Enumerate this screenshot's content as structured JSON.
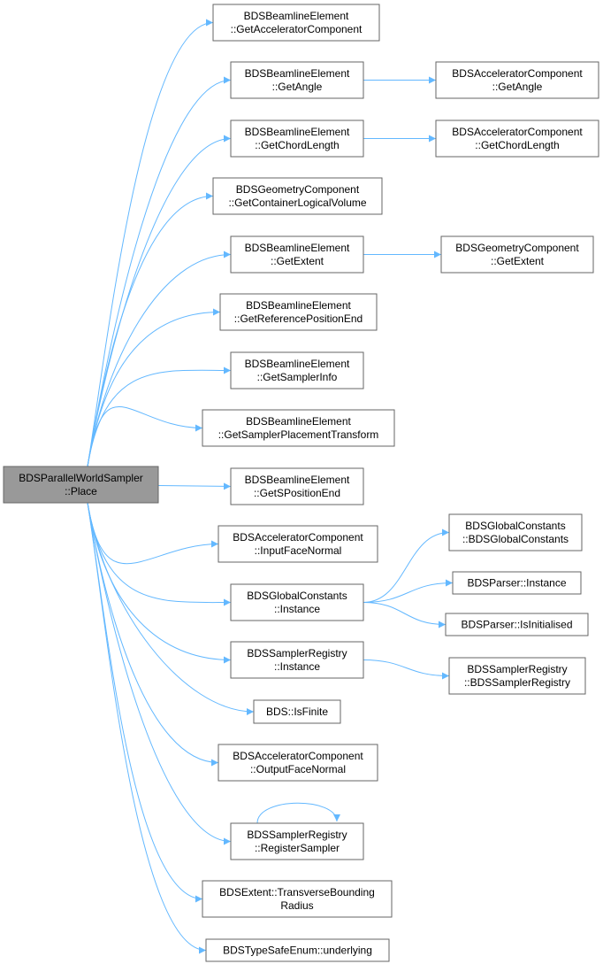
{
  "nodes": {
    "root": [
      "BDSParallelWorldSampler",
      "::Place"
    ],
    "n1": [
      "BDSBeamlineElement",
      "::GetAcceleratorComponent"
    ],
    "n2": [
      "BDSBeamlineElement",
      "::GetAngle"
    ],
    "n3": [
      "BDSBeamlineElement",
      "::GetChordLength"
    ],
    "n4": [
      "BDSGeometryComponent",
      "::GetContainerLogicalVolume"
    ],
    "n5": [
      "BDSBeamlineElement",
      "::GetExtent"
    ],
    "n6": [
      "BDSBeamlineElement",
      "::GetReferencePositionEnd"
    ],
    "n7": [
      "BDSBeamlineElement",
      "::GetSamplerInfo"
    ],
    "n8": [
      "BDSBeamlineElement",
      "::GetSamplerPlacementTransform"
    ],
    "n9": [
      "BDSBeamlineElement",
      "::GetSPositionEnd"
    ],
    "n10": [
      "BDSAcceleratorComponent",
      "::InputFaceNormal"
    ],
    "n11": [
      "BDSGlobalConstants",
      "::Instance"
    ],
    "n12": [
      "BDSSamplerRegistry",
      "::Instance"
    ],
    "n13": [
      "BDS::IsFinite"
    ],
    "n14": [
      "BDSAcceleratorComponent",
      "::OutputFaceNormal"
    ],
    "n15": [
      "BDSSamplerRegistry",
      "::RegisterSampler"
    ],
    "n16": [
      "BDSExtent::TransverseBounding",
      "Radius"
    ],
    "n17": [
      "BDSTypeSafeEnum::underlying"
    ],
    "c2": [
      "BDSAcceleratorComponent",
      "::GetAngle"
    ],
    "c3": [
      "BDSAcceleratorComponent",
      "::GetChordLength"
    ],
    "c5": [
      "BDSGeometryComponent",
      "::GetExtent"
    ],
    "g1": [
      "BDSGlobalConstants",
      "::BDSGlobalConstants"
    ],
    "g2": [
      "BDSParser::Instance"
    ],
    "g3": [
      "BDSParser::IsInitialised"
    ],
    "s1": [
      "BDSSamplerRegistry",
      "::BDSSamplerRegistry"
    ]
  },
  "edges": [
    [
      "root",
      "n1"
    ],
    [
      "root",
      "n2"
    ],
    [
      "root",
      "n3"
    ],
    [
      "root",
      "n4"
    ],
    [
      "root",
      "n5"
    ],
    [
      "root",
      "n6"
    ],
    [
      "root",
      "n7"
    ],
    [
      "root",
      "n8"
    ],
    [
      "root",
      "n9"
    ],
    [
      "root",
      "n10"
    ],
    [
      "root",
      "n11"
    ],
    [
      "root",
      "n12"
    ],
    [
      "root",
      "n13"
    ],
    [
      "root",
      "n14"
    ],
    [
      "root",
      "n15"
    ],
    [
      "root",
      "n16"
    ],
    [
      "root",
      "n17"
    ],
    [
      "n2",
      "c2"
    ],
    [
      "n3",
      "c3"
    ],
    [
      "n5",
      "c5"
    ],
    [
      "n11",
      "g1"
    ],
    [
      "n11",
      "g2"
    ],
    [
      "n11",
      "g3"
    ],
    [
      "n12",
      "s1"
    ],
    [
      "n15",
      "n15"
    ]
  ],
  "colors": {
    "edge": "#63b8ff",
    "root_fill": "#999999",
    "border": "#666666"
  }
}
